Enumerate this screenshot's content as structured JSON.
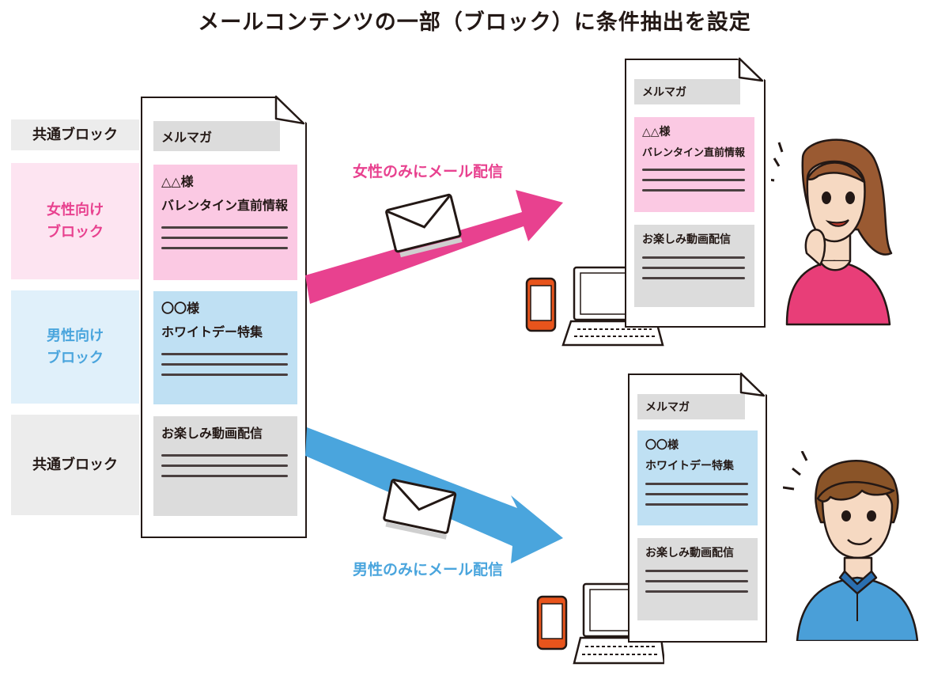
{
  "title": "メールコンテンツの一部（ブロック）に条件抽出を設定",
  "left_labels": {
    "common_top": "共通ブロック",
    "female": "女性向け\nブロック",
    "male": "男性向け\nブロック",
    "common_bottom": "共通ブロック"
  },
  "doc": {
    "header": "メルマガ",
    "female_block": {
      "line1": "△△様",
      "line2": "バレンタイン直前情報"
    },
    "male_block": {
      "line1": "〇〇様",
      "line2": "ホワイトデー特集"
    },
    "common_block": {
      "line1": "お楽しみ動画配信"
    }
  },
  "arrows": {
    "female_caption": "女性のみにメール配信",
    "male_caption": "男性のみにメール配信"
  },
  "colors": {
    "female": "#e8418f",
    "female_bg": "#fbc9e3",
    "female_label_bg": "#fde4f1",
    "male": "#4aa5dd",
    "male_bg": "#bfe0f3",
    "male_label_bg": "#e0f0fa",
    "gray": "#dcdcdc",
    "gray_label_bg": "#ececec"
  }
}
